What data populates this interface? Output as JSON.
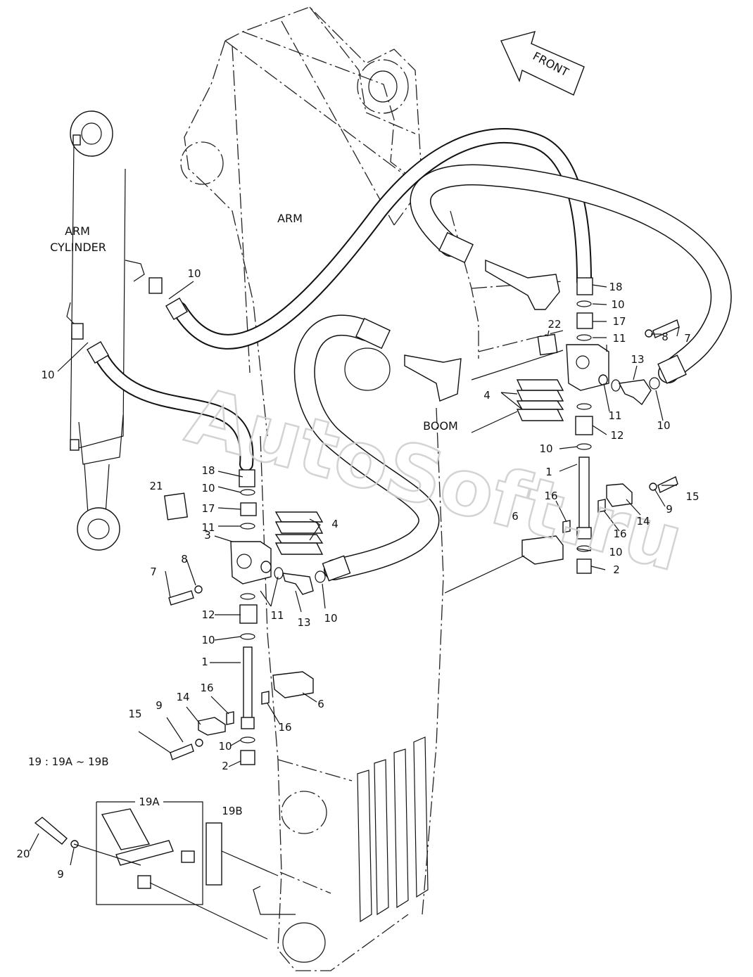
{
  "diagram": {
    "labels": {
      "arm": "ARM",
      "arm_cylinder_1": "ARM",
      "arm_cylinder_2": "CYLINDER",
      "boom": "BOOM",
      "front": "FRONT",
      "kit_note": "19 : 19A ~ 19B",
      "kit_a": "19A",
      "kit_b": "19B"
    },
    "watermark": "AutoSoft.ru",
    "callouts": [
      {
        "id": "c10a",
        "text": "10"
      },
      {
        "id": "c10b",
        "text": "10"
      },
      {
        "id": "c18l",
        "text": "18"
      },
      {
        "id": "c10c",
        "text": "10"
      },
      {
        "id": "c17l",
        "text": "17"
      },
      {
        "id": "c11a",
        "text": "11"
      },
      {
        "id": "c21",
        "text": "21"
      },
      {
        "id": "c3",
        "text": "3"
      },
      {
        "id": "c4l",
        "text": "4"
      },
      {
        "id": "c7l",
        "text": "7"
      },
      {
        "id": "c8l",
        "text": "8"
      },
      {
        "id": "c11b",
        "text": "11"
      },
      {
        "id": "c13l",
        "text": "13"
      },
      {
        "id": "c10d",
        "text": "10"
      },
      {
        "id": "c12l",
        "text": "12"
      },
      {
        "id": "c10e",
        "text": "10"
      },
      {
        "id": "c1l",
        "text": "1"
      },
      {
        "id": "c6l",
        "text": "6"
      },
      {
        "id": "c16a",
        "text": "16"
      },
      {
        "id": "c16b",
        "text": "16"
      },
      {
        "id": "c14l",
        "text": "14"
      },
      {
        "id": "c9l",
        "text": "9"
      },
      {
        "id": "c15l",
        "text": "15"
      },
      {
        "id": "c10f",
        "text": "10"
      },
      {
        "id": "c2l",
        "text": "2"
      },
      {
        "id": "c20",
        "text": "20"
      },
      {
        "id": "c9b",
        "text": "9"
      },
      {
        "id": "c18r",
        "text": "18"
      },
      {
        "id": "c10g",
        "text": "10"
      },
      {
        "id": "c17r",
        "text": "17"
      },
      {
        "id": "c11c",
        "text": "11"
      },
      {
        "id": "c22",
        "text": "22"
      },
      {
        "id": "c7r",
        "text": "7"
      },
      {
        "id": "c8r",
        "text": "8"
      },
      {
        "id": "c13r",
        "text": "13"
      },
      {
        "id": "c4r",
        "text": "4"
      },
      {
        "id": "c11d",
        "text": "11"
      },
      {
        "id": "c10h",
        "text": "10"
      },
      {
        "id": "c12r",
        "text": "12"
      },
      {
        "id": "c10i",
        "text": "10"
      },
      {
        "id": "c1r",
        "text": "1"
      },
      {
        "id": "c16c",
        "text": "16"
      },
      {
        "id": "c6r",
        "text": "6"
      },
      {
        "id": "c16d",
        "text": "16"
      },
      {
        "id": "c14r",
        "text": "14"
      },
      {
        "id": "c9r",
        "text": "9"
      },
      {
        "id": "c15r",
        "text": "15"
      },
      {
        "id": "c10j",
        "text": "10"
      },
      {
        "id": "c2r",
        "text": "2"
      }
    ]
  }
}
